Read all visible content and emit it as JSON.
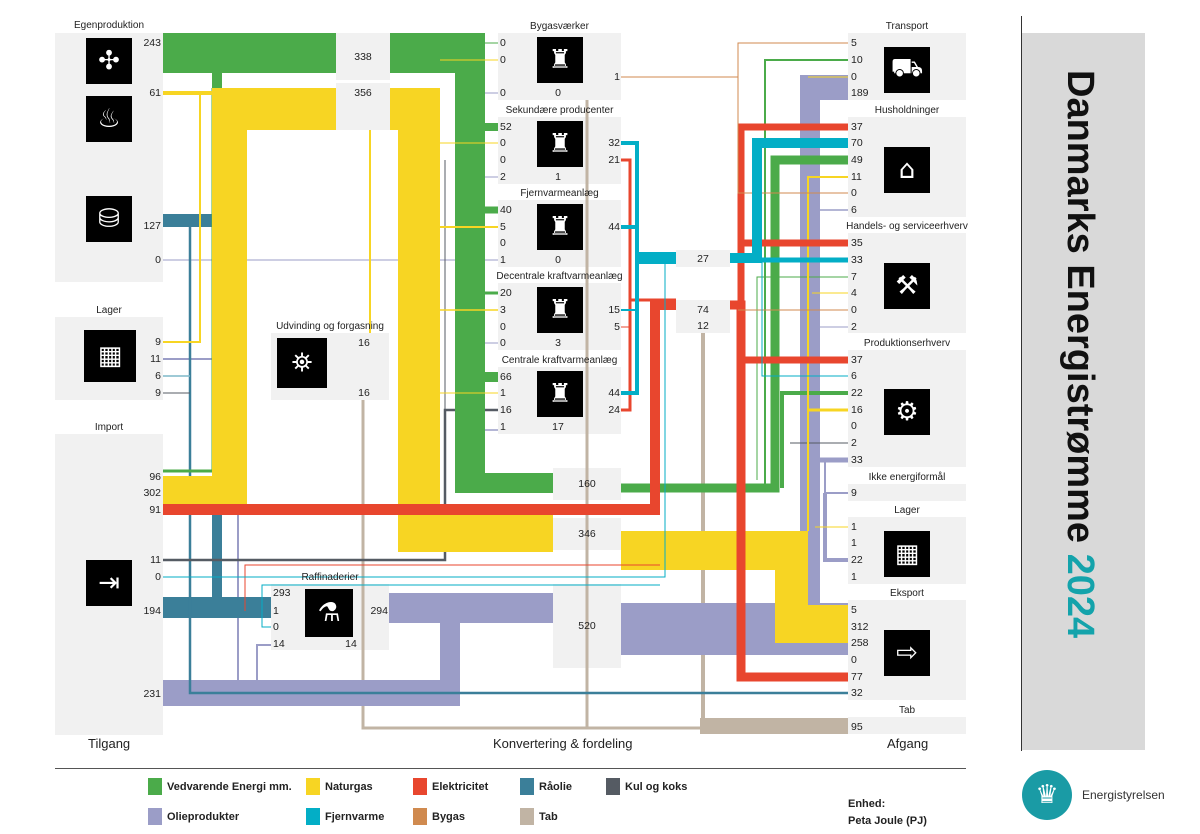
{
  "title": {
    "main": "Danmarks Energistrømme",
    "year": "2024"
  },
  "columns": {
    "left": "Tilgang",
    "middle": "Konvertering & fordeling",
    "right": "Afgang"
  },
  "supply": {
    "egenproduktion": {
      "label": "Egenproduktion",
      "values": [
        "243",
        "61",
        "127",
        "0"
      ]
    },
    "lager": {
      "label": "Lager",
      "values": [
        "9",
        "11",
        "6",
        "9"
      ]
    },
    "import": {
      "label": "Import",
      "values": [
        "96",
        "302",
        "91",
        "11",
        "0",
        "194",
        "231"
      ]
    }
  },
  "hubs": {
    "renewables": "338",
    "natural_gas": "356",
    "renewables_out": "160",
    "natural_gas_out": "346",
    "oil_products_out": "520",
    "district_heating": "27",
    "electricity": "74",
    "electricity_loss": "12"
  },
  "extraction": {
    "label": "Udvinding og forgasning",
    "in": "16",
    "out": "16"
  },
  "refineries": {
    "label": "Raffinaderier",
    "in": [
      "293",
      "1",
      "0",
      "14"
    ],
    "out": "294",
    "loss": "14"
  },
  "conversion": [
    {
      "label": "Bygasværker",
      "in": [
        "0",
        "0",
        "0"
      ],
      "out": [
        "1"
      ],
      "loss": "0"
    },
    {
      "label": "Sekundære producenter",
      "in": [
        "52",
        "0",
        "0",
        "2"
      ],
      "out": [
        "32",
        "21"
      ],
      "loss": "1"
    },
    {
      "label": "Fjernvarmeanlæg",
      "in": [
        "40",
        "5",
        "0",
        "1"
      ],
      "out": [
        "44"
      ],
      "loss": "0"
    },
    {
      "label": "Decentrale kraftvarmeanlæg",
      "in": [
        "20",
        "3",
        "0",
        "0"
      ],
      "out": [
        "15",
        "5"
      ],
      "loss": "3"
    },
    {
      "label": "Centrale kraftvarmeanlæg",
      "in": [
        "66",
        "1",
        "16",
        "1"
      ],
      "out": [
        "44",
        "24"
      ],
      "loss": "17"
    }
  ],
  "demand": [
    {
      "label": "Transport",
      "values": [
        "5",
        "10",
        "0",
        "189"
      ]
    },
    {
      "label": "Husholdninger",
      "values": [
        "37",
        "70",
        "49",
        "11",
        "0",
        "6"
      ]
    },
    {
      "label": "Handels- og serviceerhverv",
      "values": [
        "35",
        "33",
        "7",
        "4",
        "0",
        "2"
      ]
    },
    {
      "label": "Produktionserhverv",
      "values": [
        "37",
        "6",
        "22",
        "16",
        "0",
        "2",
        "33"
      ]
    },
    {
      "label": "Ikke energiformål",
      "values": [
        "9"
      ]
    },
    {
      "label": "Lager",
      "values": [
        "1",
        "1",
        "22",
        "1"
      ]
    },
    {
      "label": "Eksport",
      "values": [
        "5",
        "312",
        "258",
        "0",
        "77",
        "32"
      ]
    },
    {
      "label": "Tab",
      "values": [
        "95"
      ]
    }
  ],
  "legend": [
    {
      "label": "Vedvarende Energi mm.",
      "color": "#4bab4a"
    },
    {
      "label": "Naturgas",
      "color": "#f7d523"
    },
    {
      "label": "Elektricitet",
      "color": "#e8462e"
    },
    {
      "label": "Råolie",
      "color": "#3b7f99"
    },
    {
      "label": "Kul og koks",
      "color": "#555b63"
    },
    {
      "label": "Olieprodukter",
      "color": "#9b9dc7"
    },
    {
      "label": "Fjernvarme",
      "color": "#03aec6"
    },
    {
      "label": "Bygas",
      "color": "#d08a4f"
    },
    {
      "label": "Tab",
      "color": "#c1b4a4"
    }
  ],
  "unit": {
    "label": "Enhed:",
    "value": "Peta Joule (PJ)"
  },
  "logo": {
    "name": "Energistyrelsen"
  }
}
